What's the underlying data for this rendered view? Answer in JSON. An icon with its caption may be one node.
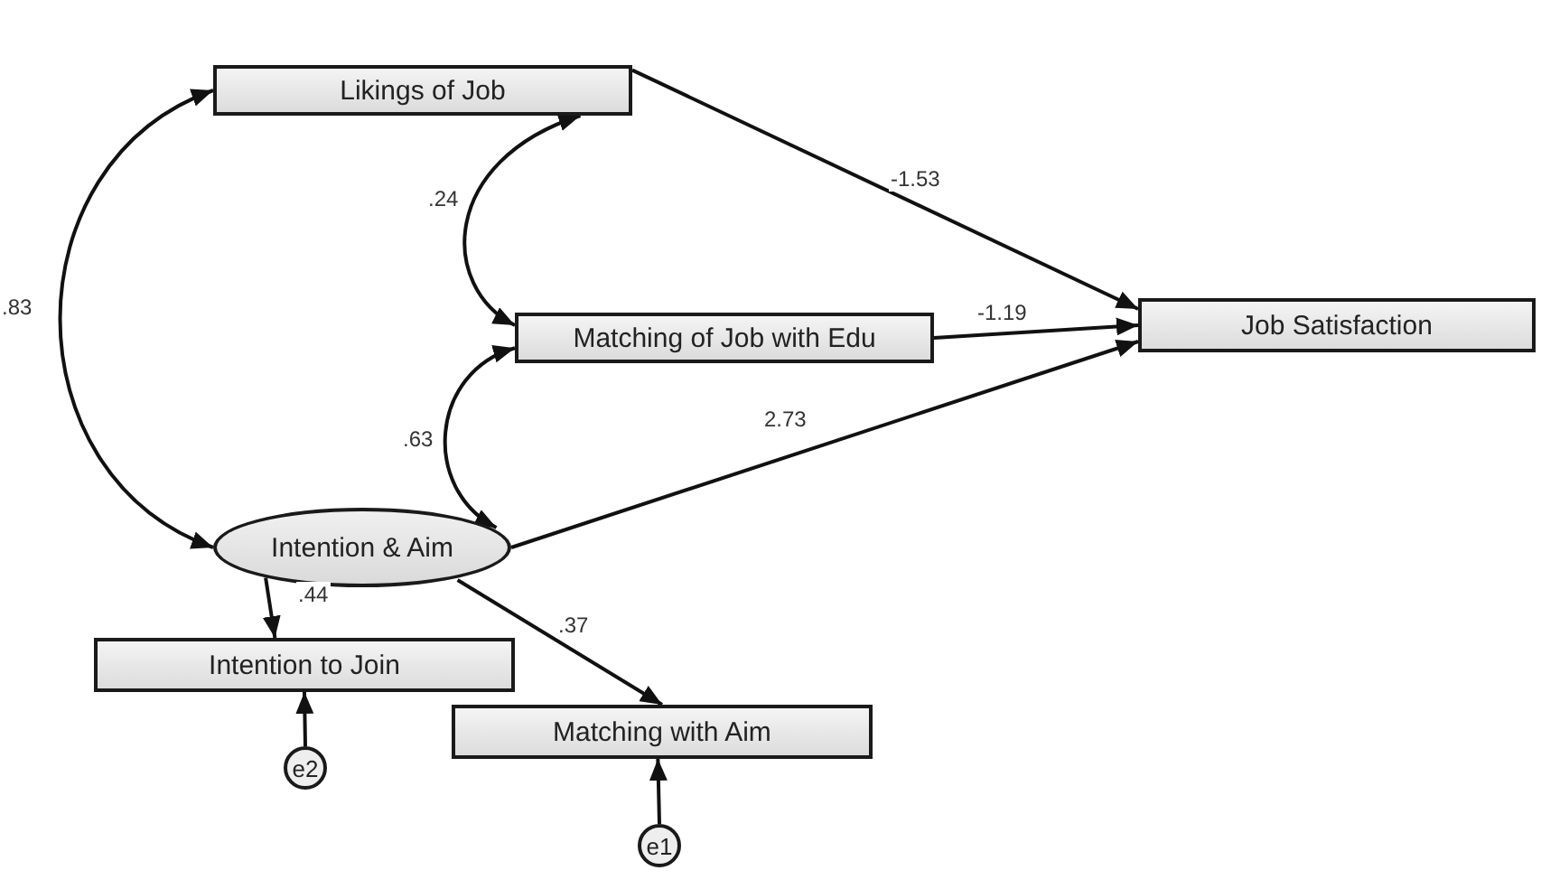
{
  "diagram": {
    "nodes": [
      {
        "text": [
          "Likings of Job"
        ]
      },
      {
        "text": [
          "Matching of Job with Edu"
        ]
      },
      {
        "text": [
          "Job Satisfaction"
        ]
      },
      {
        "text": [
          "Intention & Aim"
        ]
      },
      {
        "text": [
          "Intention to Join"
        ]
      },
      {
        "text": [
          "Matching with Aim"
        ]
      },
      {
        "text": [
          "e2"
        ]
      },
      {
        "text": [
          "e1"
        ]
      }
    ],
    "edges": [
      {
        "from": 3,
        "to": 0,
        "arrow": "both",
        "label": ".83"
      },
      {
        "from": 0,
        "to": 1,
        "arrow": "both",
        "label": ".24"
      },
      {
        "from": 1,
        "to": 3,
        "arrow": "both",
        "label": ".63"
      },
      {
        "from": 0,
        "to": 2,
        "arrow": "to",
        "label": "-1.53"
      },
      {
        "from": 1,
        "to": 2,
        "arrow": "to",
        "label": "-1.19"
      },
      {
        "from": 3,
        "to": 2,
        "arrow": "to",
        "label": "2.73"
      },
      {
        "from": 3,
        "to": 4,
        "arrow": "to",
        "label": ".44"
      },
      {
        "from": 3,
        "to": 5,
        "arrow": "to",
        "label": ".37"
      },
      {
        "from": 6,
        "to": 4,
        "arrow": "to"
      },
      {
        "from": 7,
        "to": 5,
        "arrow": "to"
      }
    ]
  }
}
